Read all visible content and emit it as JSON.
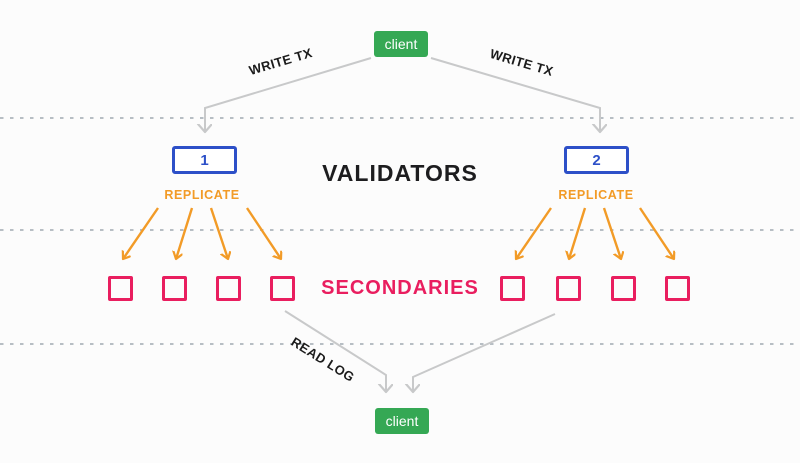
{
  "colors": {
    "bg": "#fcfcfc",
    "green": "#35a854",
    "blue": "#2d50c8",
    "orange": "#f29b27",
    "pink": "#e91e5f",
    "gray": "#c8c9ca",
    "dash": "#b7bec4",
    "ink": "#1b1b1b"
  },
  "diagram": {
    "client_top": "client",
    "client_bottom": "client",
    "validator_left": "1",
    "validator_right": "2",
    "validators_title": "VALIDATORS",
    "secondaries_title": "SECONDARIES",
    "replicate_left": "REPLICATE",
    "replicate_right": "REPLICATE",
    "write_tx_left": "WRITE TX",
    "write_tx_right": "WRITE TX",
    "read_log": "READ LOG",
    "secondaries_left_count": 4,
    "secondaries_right_count": 4
  }
}
